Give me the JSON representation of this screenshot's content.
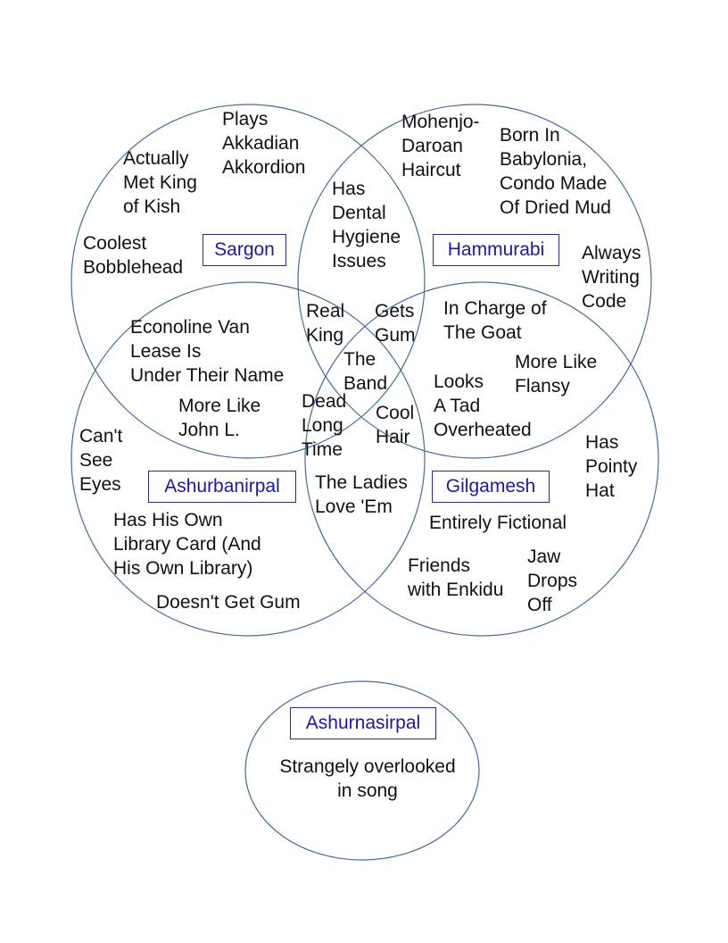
{
  "sets": {
    "sargon": "Sargon",
    "hammurabi": "Hammurabi",
    "ashurbanirpal": "Ashurbanirpal",
    "gilgamesh": "Gilgamesh",
    "ashurnasirpal": "Ashurnasirpal"
  },
  "items": {
    "plays_akkadian": "Plays\nAkkadian\nAkkordion",
    "met_king_kish": "Actually\nMet King\nof Kish",
    "coolest_bobblehead": "Coolest\nBobblehead",
    "dental_hygiene": "Has\nDental\nHygiene\nIssues",
    "mohenjo_daroan": "Mohenjo-\nDaroan\nHaircut",
    "born_babylonia": "Born In\nBabylonia,\nCondo Made\nOf Dried Mud",
    "always_writing": "Always\nWriting\nCode",
    "real_king": "Real\nKing",
    "gets_gum": "Gets\nGum",
    "the_band": "The\nBand",
    "charge_goat": "In Charge of\nThe Goat",
    "econoline": "Econoline Van\nLease Is\nUnder Their Name",
    "more_like_john": "More Like\nJohn L.",
    "dead_long_time": "Dead\nLong\nTime",
    "cool_hair": "Cool\nHair",
    "looks_overheated": "Looks\nA Tad\nOverheated",
    "more_like_flansy": "More Like\nFlansy",
    "pointy_hat": "Has\nPointy\nHat",
    "cant_see_eyes": "Can't\nSee\nEyes",
    "ladies_love": "The Ladies\nLove 'Em",
    "entirely_fictional": "Entirely Fictional",
    "library_card": "Has His Own\nLibrary Card (And\nHis Own Library)",
    "friends_enkidu": "Friends\nwith Enkidu",
    "jaw_drops": "Jaw\nDrops\nOff",
    "doesnt_get_gum": "Doesn't Get Gum",
    "strangely_overlooked": "Strangely overlooked\nin song"
  },
  "colors": {
    "circle_stroke": "#4a6a94",
    "label_text": "#1a1a9a",
    "label_border": "#2a2a8a"
  }
}
